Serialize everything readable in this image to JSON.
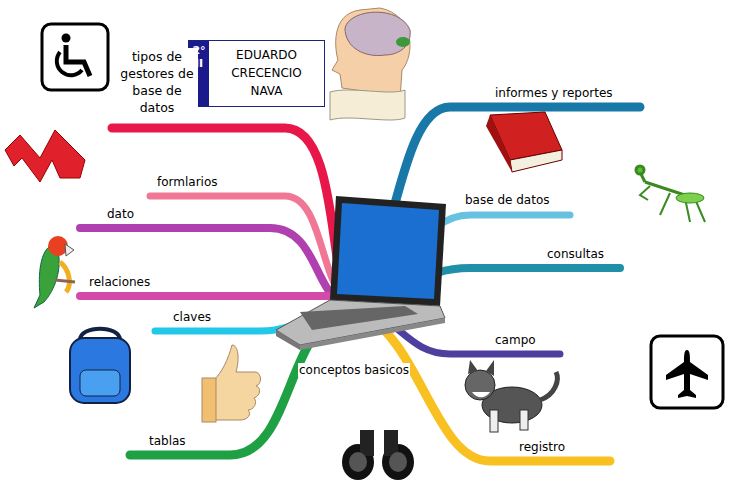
{
  "diagram": {
    "nodes": [
      {
        "text": [
          "2° II",
          "EDUARDO CRECENCIO NAVA"
        ]
      }
    ],
    "labels": [
      "tipos de gestores de base de datos",
      "formlarios",
      "dato",
      "relaciones",
      "claves",
      "tablas",
      "conceptos basicos",
      "informes y reportes",
      "base de datos",
      "consultas",
      "campo",
      "registro"
    ]
  }
}
